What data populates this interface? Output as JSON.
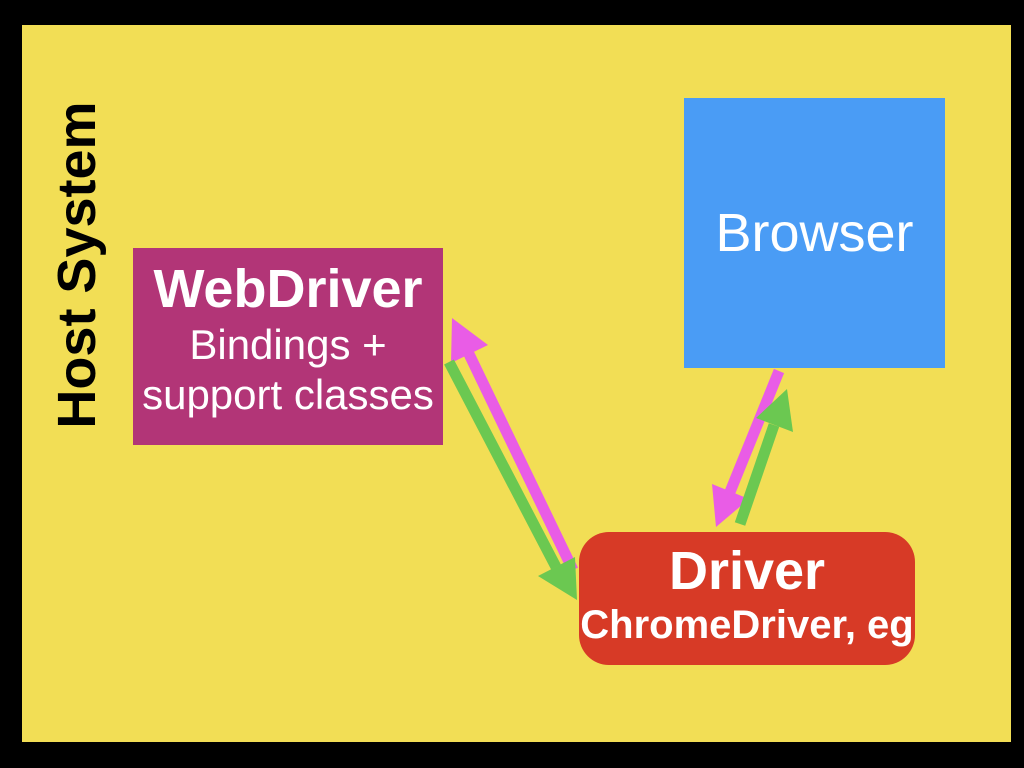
{
  "frame": {
    "border_color": "#000000",
    "background_color": "#F2DE55",
    "text_color": "#000000"
  },
  "host_label": "Host System",
  "nodes": {
    "webdriver": {
      "title": "WebDriver",
      "subtitle_line1": "Bindings +",
      "subtitle_line2": "support classes",
      "color": "#B23577",
      "text_color": "#FFFFFF"
    },
    "browser": {
      "title": "Browser",
      "color": "#4A9CF5",
      "text_color": "#FFFFFF"
    },
    "driver": {
      "title": "Driver",
      "subtitle": "ChromeDriver, eg",
      "color": "#D73A26",
      "text_color": "#FFFFFF"
    }
  },
  "arrows": {
    "magenta_color": "#E95CE6",
    "green_color": "#6BC851",
    "connections": [
      {
        "id": "driver-to-webdriver",
        "color": "magenta"
      },
      {
        "id": "webdriver-to-driver",
        "color": "green"
      },
      {
        "id": "browser-to-driver",
        "color": "magenta"
      },
      {
        "id": "driver-to-browser",
        "color": "green"
      }
    ]
  }
}
